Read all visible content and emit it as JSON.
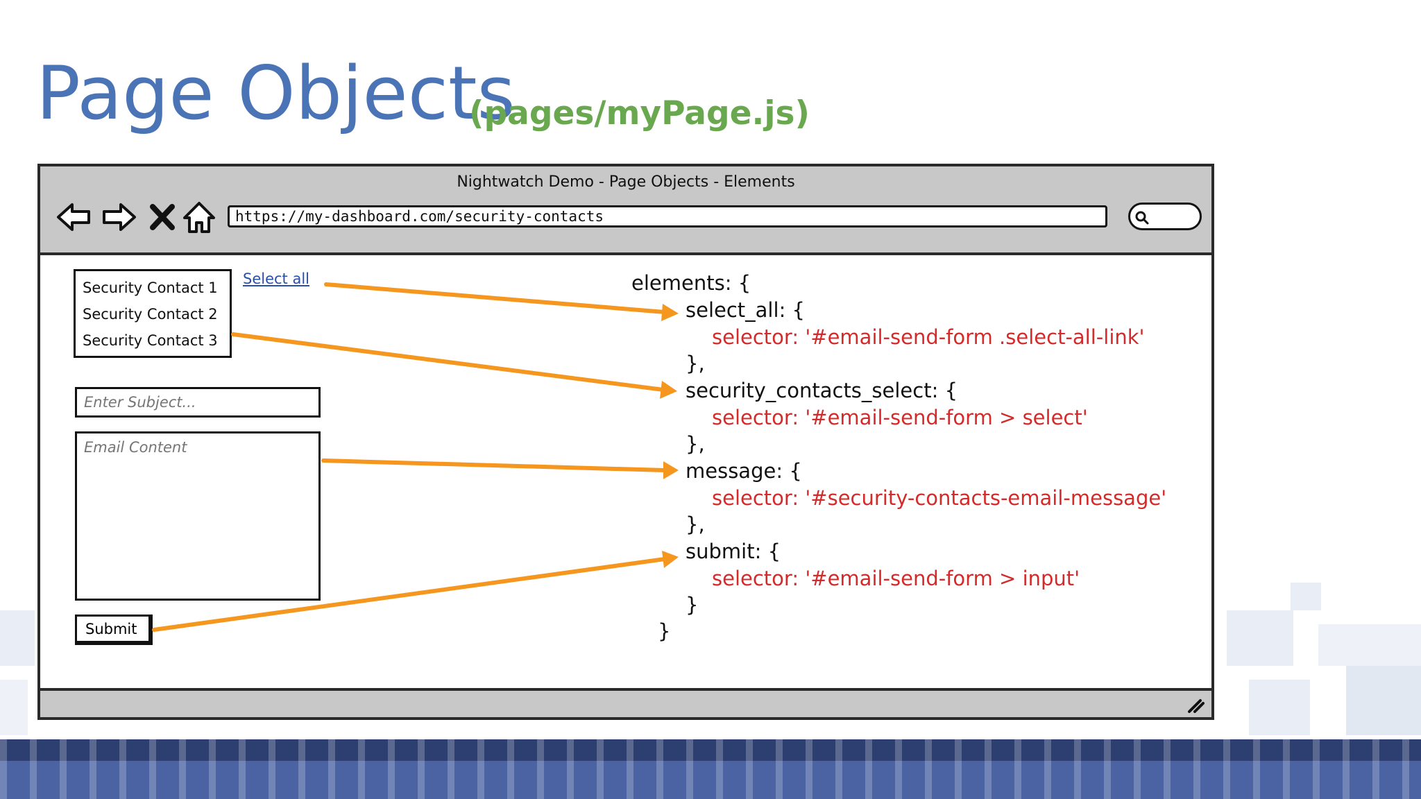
{
  "slide": {
    "title": "Page Objects",
    "subtitle": "(pages/myPage.js)"
  },
  "browser": {
    "window_title": "Nightwatch Demo - Page Objects - Elements",
    "url": "https://my-dashboard.com/security-contacts",
    "nav_icons": [
      "back-arrow-icon",
      "forward-arrow-icon",
      "close-icon",
      "home-icon"
    ],
    "search_icon": "search-icon",
    "resize_icon": "resize-grip-icon"
  },
  "form": {
    "contacts": [
      "Security Contact 1",
      "Security Contact 2",
      "Security Contact 3"
    ],
    "select_all_label": "Select all",
    "subject_placeholder": "Enter Subject...",
    "email_placeholder": "Email Content",
    "submit_label": "Submit"
  },
  "code": {
    "elements_key": "elements",
    "open_brace": ": {",
    "select_all_key": "select_all",
    "select_all_selector": "'#email-send-form .select-all-link'",
    "security_contacts_key": "security_contacts_select",
    "security_contacts_selector": "'#email-send-form > select'",
    "message_key": "message",
    "message_selector": "'#security-contacts-email-message'",
    "submit_key": "submit",
    "submit_selector": "'#email-send-form > input'",
    "selector_label": "selector: ",
    "item_close": "},",
    "last_close": "}",
    "final_close": "}"
  },
  "colors": {
    "title": "#4a74b5",
    "subtitle": "#6aa84f",
    "selector": "#d42a2a",
    "arrow": "#f5961e",
    "link": "#2a4fa8"
  }
}
